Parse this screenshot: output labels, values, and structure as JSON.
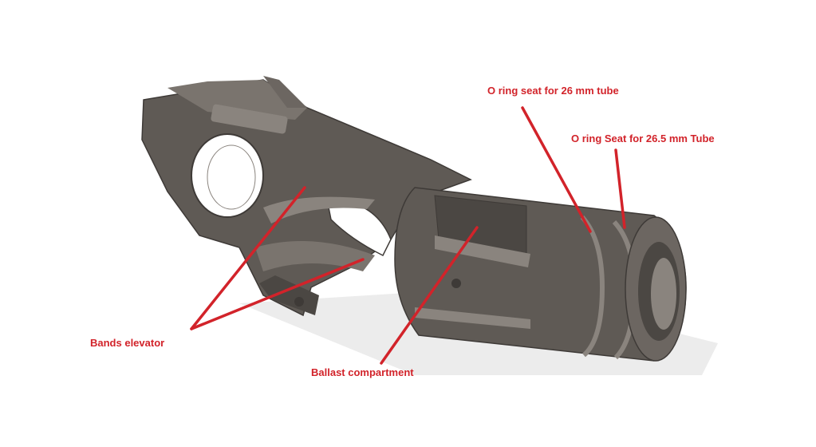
{
  "labels": {
    "oring_26": "O ring seat for 26 mm tube",
    "oring_265": "O ring Seat for 26.5 mm Tube",
    "bands_elevator": "Bands elevator",
    "ballast": "Ballast compartment"
  },
  "colors": {
    "annotation": "#d2232a",
    "part": "#5f5a55",
    "part_dark": "#3e3a37",
    "part_light": "#8a847e",
    "shadow": "#ececec"
  }
}
